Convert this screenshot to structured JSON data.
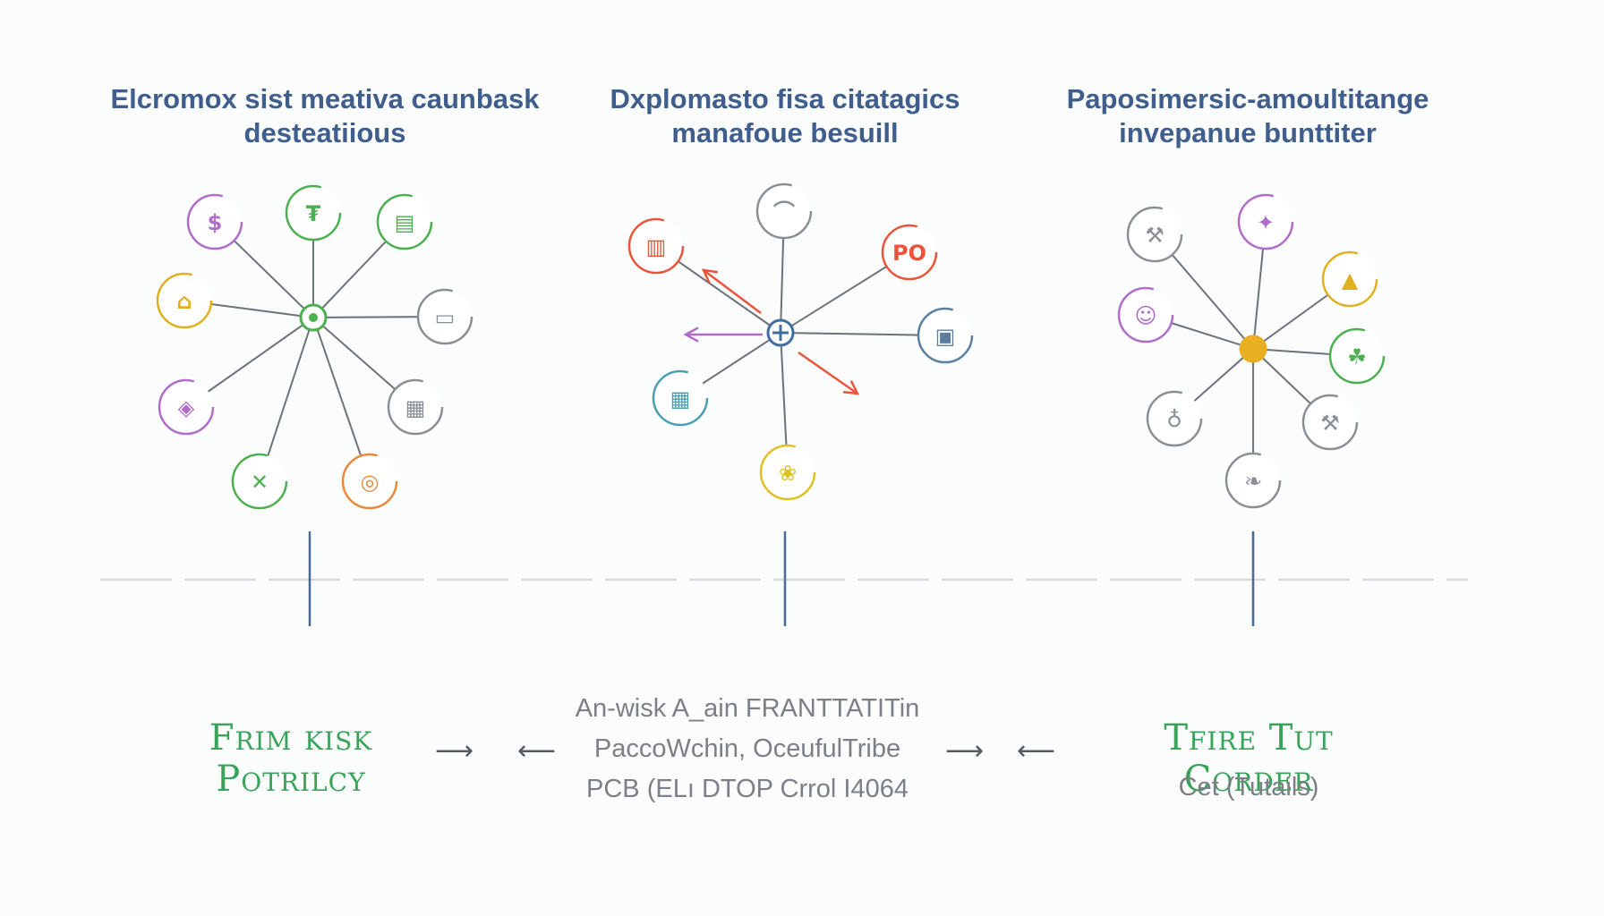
{
  "columns": [
    {
      "title_line1": "Elcromox sist mеativa caunbask",
      "title_line2": "desteatiious",
      "hub_color": "#4caf50",
      "spokes": [
        {
          "icon": "dollar-coin-icon",
          "color": "#b06cc8",
          "glyph": "$"
        },
        {
          "icon": "currency-icon",
          "color": "#4caf50",
          "glyph": "₮"
        },
        {
          "icon": "cash-register-icon",
          "color": "#4caf50",
          "glyph": "▤"
        },
        {
          "icon": "handshake-icon",
          "color": "#e0b020",
          "glyph": "⌂"
        },
        {
          "icon": "document-icon",
          "color": "#8a8f96",
          "glyph": "▭"
        },
        {
          "icon": "id-badge-icon",
          "color": "#b06cc8",
          "glyph": "◈"
        },
        {
          "icon": "calculator-icon",
          "color": "#8a8f96",
          "glyph": "▦"
        },
        {
          "icon": "cross-icon",
          "color": "#4caf50",
          "glyph": "✕"
        },
        {
          "icon": "coin-stack-icon",
          "color": "#e8893a",
          "glyph": "◎"
        }
      ]
    },
    {
      "title_line1": "Dxplomasto fisa citatagics",
      "title_line2": "manafoue besuill",
      "hub_color": "#3f6fa0",
      "spokes": [
        {
          "icon": "factory-icon",
          "color": "#e8553a",
          "glyph": "▥"
        },
        {
          "icon": "bridge-icon",
          "color": "#8a8f96",
          "glyph": "⌒"
        },
        {
          "icon": "tag-icon",
          "color": "#e8553a",
          "glyph": "PO"
        },
        {
          "icon": "truck-icon",
          "color": "#5a7fa0",
          "glyph": "▣"
        },
        {
          "icon": "dashboard-icon",
          "color": "#4aa0b0",
          "glyph": "▦"
        },
        {
          "icon": "lightbulb-icon",
          "color": "#e0c020",
          "glyph": "❀"
        }
      ]
    },
    {
      "title_line1": "Paposimersic-amoultitange",
      "title_line2": "invepanue bunttiter",
      "hub_color": "#e8b020",
      "spokes": [
        {
          "icon": "tools-icon",
          "color": "#8a8f96",
          "glyph": "⚒"
        },
        {
          "icon": "chat-bubble-icon",
          "color": "#b06cc8",
          "glyph": "✦"
        },
        {
          "icon": "pyramid-icon",
          "color": "#e0b020",
          "glyph": "▲"
        },
        {
          "icon": "person-icon",
          "color": "#b06cc8",
          "glyph": "☺"
        },
        {
          "icon": "plant-icon",
          "color": "#4caf50",
          "glyph": "☘"
        },
        {
          "icon": "bulb-icon",
          "color": "#8a8f96",
          "glyph": "♁"
        },
        {
          "icon": "wrench-icon",
          "color": "#8a8f96",
          "glyph": "⚒"
        },
        {
          "icon": "feather-icon",
          "color": "#8a8f96",
          "glyph": "❧"
        }
      ]
    }
  ],
  "bottom": {
    "left_label": "Frim kisk Potrilcy",
    "arrow_right": "⟶",
    "arrow_left": "⟵",
    "middle_line1": "An-wisk A_ain FRANTTATITin",
    "middle_line2": "PaccoWchin, OceufulTribe",
    "middle_line3": "PCB (ELı DTOP Crrol I4064",
    "right_label": "Tfire Tut Corder",
    "right_sub": "Cet (Tutails)"
  },
  "colors": {
    "title": "#3f5e8e",
    "green_label": "#3aa35a",
    "line": "#b8c0cc",
    "stem": "#4a6a95"
  }
}
